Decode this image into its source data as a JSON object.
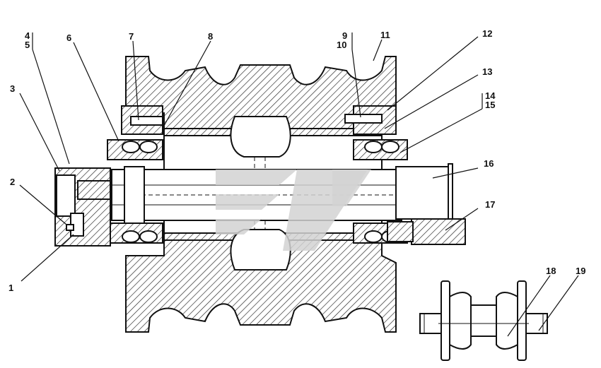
{
  "callouts": [
    {
      "id": "1",
      "label": "1"
    },
    {
      "id": "2",
      "label": "2"
    },
    {
      "id": "3",
      "label": "3"
    },
    {
      "id": "4",
      "label": "4"
    },
    {
      "id": "5",
      "label": "5"
    },
    {
      "id": "6",
      "label": "6"
    },
    {
      "id": "7",
      "label": "7"
    },
    {
      "id": "8",
      "label": "8"
    },
    {
      "id": "9",
      "label": "9"
    },
    {
      "id": "10",
      "label": "10"
    },
    {
      "id": "11",
      "label": "11"
    },
    {
      "id": "12",
      "label": "12"
    },
    {
      "id": "13",
      "label": "13"
    },
    {
      "id": "14",
      "label": "14"
    },
    {
      "id": "15",
      "label": "15"
    },
    {
      "id": "16",
      "label": "16"
    },
    {
      "id": "17",
      "label": "17"
    },
    {
      "id": "18",
      "label": "18"
    },
    {
      "id": "19",
      "label": "19"
    }
  ],
  "colors": {
    "ink": "#111111",
    "watermark": "#d2d2d2",
    "background": "#ffffff"
  }
}
